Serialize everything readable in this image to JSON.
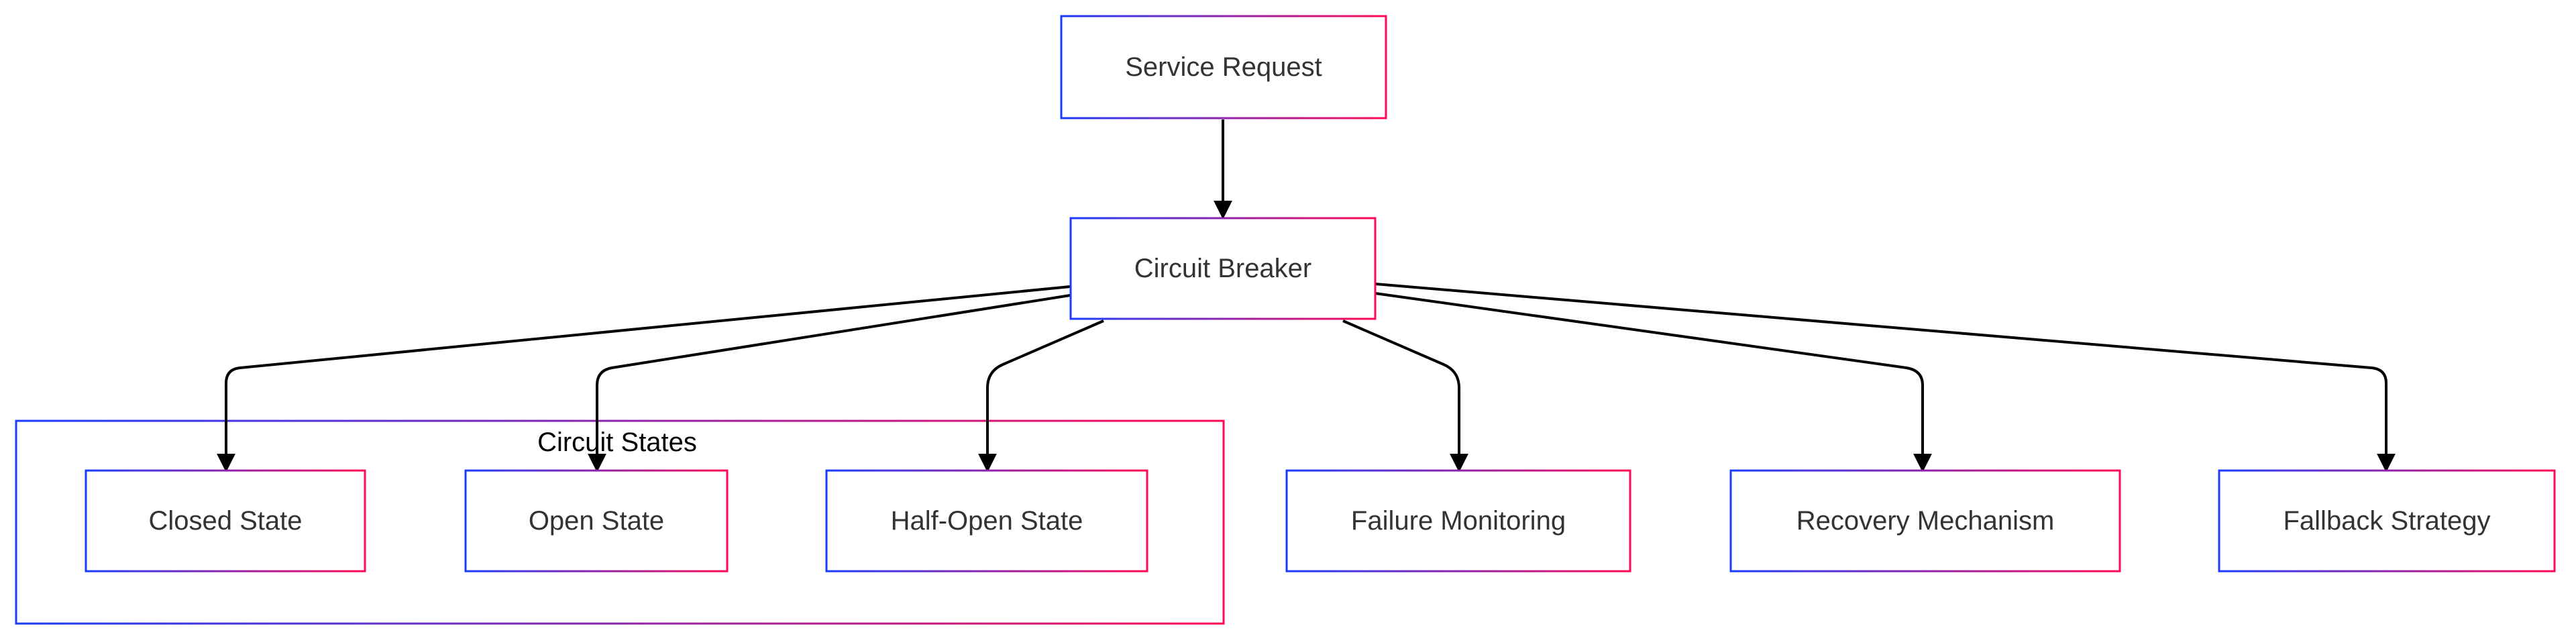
{
  "colors": {
    "border_gradient_start": "#1a3cff",
    "border_gradient_end": "#ff0a54",
    "edge": "#000000",
    "node_text": "#333333",
    "group_text": "#000000",
    "background": "#ffffff"
  },
  "diagram": {
    "nodes": {
      "service_request": {
        "label": "Service Request"
      },
      "circuit_breaker": {
        "label": "Circuit Breaker"
      },
      "closed_state": {
        "label": "Closed State"
      },
      "open_state": {
        "label": "Open State"
      },
      "half_open_state": {
        "label": "Half-Open State"
      },
      "failure_monitoring": {
        "label": "Failure Monitoring"
      },
      "recovery_mechanism": {
        "label": "Recovery Mechanism"
      },
      "fallback_strategy": {
        "label": "Fallback Strategy"
      }
    },
    "groups": {
      "circuit_states": {
        "label": "Circuit States"
      }
    },
    "edges": [
      {
        "from": "Service Request",
        "to": "Circuit Breaker"
      },
      {
        "from": "Circuit Breaker",
        "to": "Closed State"
      },
      {
        "from": "Circuit Breaker",
        "to": "Open State"
      },
      {
        "from": "Circuit Breaker",
        "to": "Half-Open State"
      },
      {
        "from": "Circuit Breaker",
        "to": "Failure Monitoring"
      },
      {
        "from": "Circuit Breaker",
        "to": "Recovery Mechanism"
      },
      {
        "from": "Circuit Breaker",
        "to": "Fallback Strategy"
      }
    ]
  }
}
